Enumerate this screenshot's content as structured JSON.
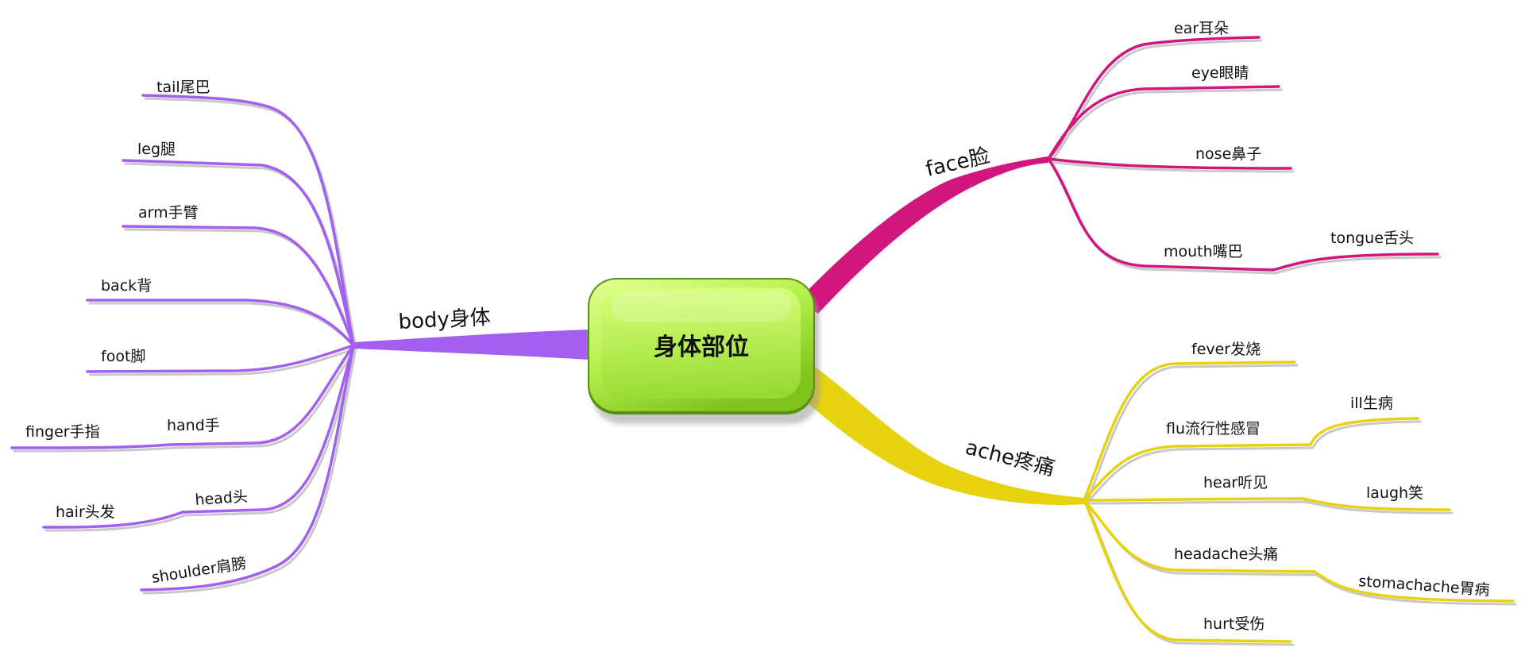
{
  "center": {
    "label": "身体部位",
    "color": "#a6e840"
  },
  "branches": {
    "face": {
      "label": "face脸",
      "color": "#d1167e",
      "children": {
        "ear": "ear耳朵",
        "eye": "eye眼睛",
        "nose": "nose鼻子",
        "mouth": "mouth嘴巴",
        "tongue": "tongue舌头"
      }
    },
    "ache": {
      "label": "ache疼痛",
      "color": "#e6d20e",
      "children": {
        "fever": "fever发烧",
        "flu": "flu流行性感冒",
        "ill": "ill生病",
        "hear": "hear听见",
        "laugh": "laugh笑",
        "headache": "headache头痛",
        "stomachache": "stomachache胃病",
        "hurt": "hurt受伤"
      }
    },
    "body": {
      "label": "body身体",
      "color": "#a25ff0",
      "children": {
        "tail": "tail尾巴",
        "leg": "leg腿",
        "arm": "arm手臂",
        "back": "back背",
        "foot": "foot脚",
        "hand": "hand手",
        "finger": "finger手指",
        "head": "head头",
        "hair": "hair头发",
        "shoulder": "shoulder肩膀"
      }
    }
  }
}
